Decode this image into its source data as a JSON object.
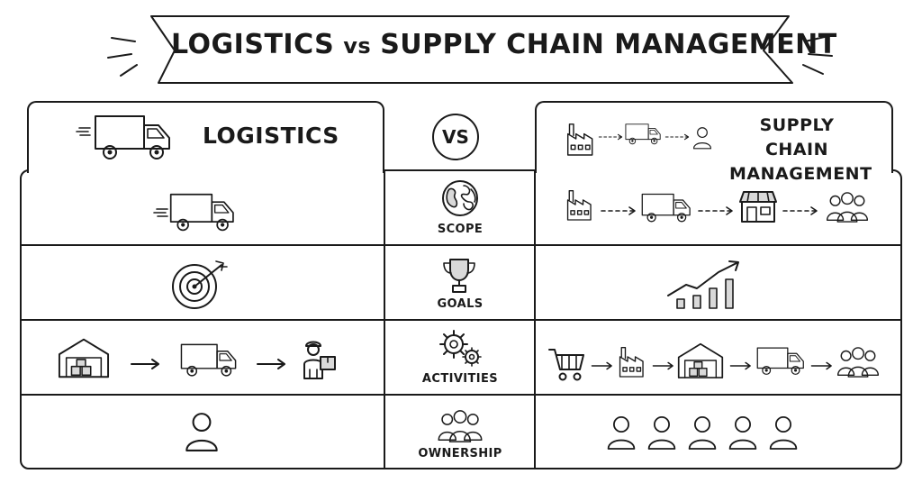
{
  "title": {
    "left": "LOGISTICS",
    "vs": "vs",
    "right": "SUPPLY CHAIN MANAGEMENT"
  },
  "headers": {
    "logistics": "LOGISTICS",
    "vs": "VS",
    "scm": "SUPPLY CHAIN MANAGEMENT"
  },
  "categories": {
    "scope": "SCOPE",
    "goals": "GOALS",
    "activities": "ACTIVITIES",
    "ownership": "OWNERSHIP"
  },
  "colors": {
    "ink": "#1a1a1a",
    "background": "#ffffff",
    "shade": "#d9d9d9"
  },
  "icons": {
    "header_left": [
      "truck-icon"
    ],
    "header_right": [
      "factory-icon",
      "truck-icon",
      "person-icon"
    ],
    "scope": {
      "center": "globe-icon",
      "left": [
        "truck-icon"
      ],
      "right": [
        "factory-icon",
        "truck-icon",
        "store-icon",
        "people-icon"
      ]
    },
    "goals": {
      "center": "trophy-icon",
      "left": [
        "target-icon"
      ],
      "right": [
        "growth-chart-icon"
      ]
    },
    "activities": {
      "center": "gears-icon",
      "left": [
        "warehouse-icon",
        "truck-icon",
        "delivery-person-icon"
      ],
      "right": [
        "cart-icon",
        "factory-icon",
        "warehouse-icon",
        "truck-icon",
        "people-icon"
      ]
    },
    "ownership": {
      "center": "group-icon",
      "left": [
        "person-icon"
      ],
      "right": [
        "person-icon",
        "person-icon",
        "person-icon",
        "person-icon",
        "person-icon"
      ]
    }
  }
}
